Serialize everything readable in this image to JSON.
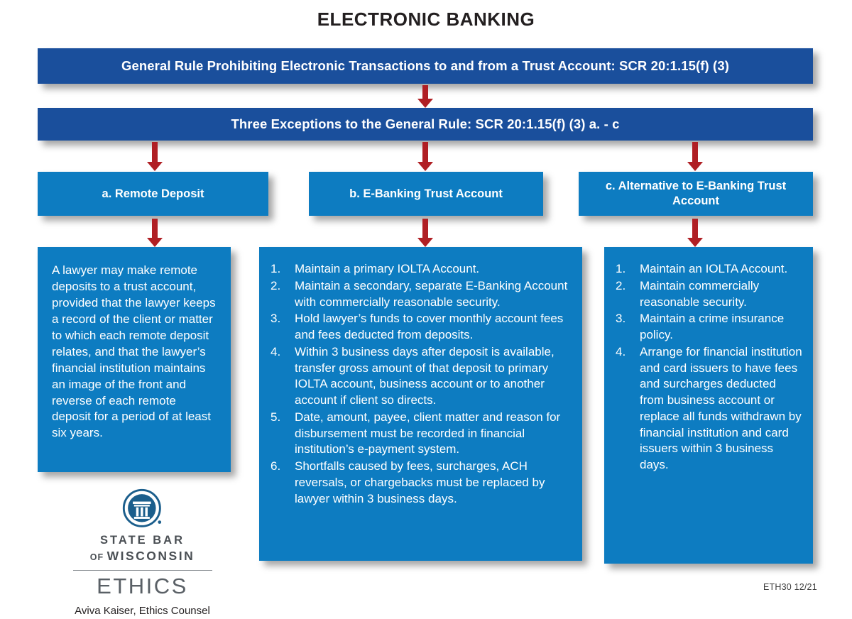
{
  "title": "ELECTRONIC BANKING",
  "colors": {
    "navy": "#1a4f9c",
    "blue": "#0d7cc1",
    "arrow_red": "#b01f24",
    "title_black": "#231f20",
    "logo_blue": "#1b5e8c"
  },
  "banners": {
    "general_rule": "General Rule Prohibiting Electronic Transactions to and from a Trust Account: SCR 20:1.15(f) (3)",
    "exceptions": "Three Exceptions to the General Rule: SCR 20:1.15(f) (3) a. - c"
  },
  "branches": [
    {
      "head": "a. Remote Deposit"
    },
    {
      "head": "b. E-Banking Trust Account"
    },
    {
      "head": "c. Alternative to E-Banking Trust Account"
    }
  ],
  "column_a": {
    "paragraph": "A lawyer may make remote deposits to a trust account, provided that the lawyer keeps a record of the client or matter to which each remote deposit relates, and that the lawyer’s financial institution maintains an image of the front and reverse of each remote deposit for a period of at least six years."
  },
  "column_b": {
    "items": [
      {
        "num": "1.",
        "text": "Maintain a primary IOLTA Account."
      },
      {
        "num": "2.",
        "text": "Maintain a secondary, separate E-Banking Account with commercially reasonable security."
      },
      {
        "num": "3.",
        "text": "Hold lawyer’s funds to cover monthly account fees and fees deducted from deposits."
      },
      {
        "num": "4.",
        "text": "Within 3 business days after deposit is available, transfer gross amount of that deposit to primary IOLTA account, business account or to another account if client so directs."
      },
      {
        "num": "5.",
        "text": "Date, amount, payee, client matter and reason for disbursement must be recorded in financial institution’s e-payment system."
      },
      {
        "num": "6.",
        "text": "Shortfalls caused by fees, surcharges, ACH reversals, or chargebacks must be replaced by lawyer within 3 business days."
      }
    ]
  },
  "column_c": {
    "items": [
      {
        "num": "1.",
        "text": "Maintain an IOLTA Account."
      },
      {
        "num": "2.",
        "text": "Maintain commercially reasonable security."
      },
      {
        "num": "3.",
        "text": "Maintain a crime insurance policy."
      },
      {
        "num": "4.",
        "text": "Arrange for financial institution and card issuers to have fees and surcharges deducted from business account or replace all funds withdrawn by financial institution and card issuers within 3 business days."
      }
    ]
  },
  "footer": {
    "brand_line1": "STATE BAR",
    "brand_of": "OF ",
    "brand_line2": "WISCONSIN",
    "ethics": "ETHICS",
    "counsel": "Aviva Kaiser, Ethics Counsel",
    "code": "ETH30  12/21"
  }
}
